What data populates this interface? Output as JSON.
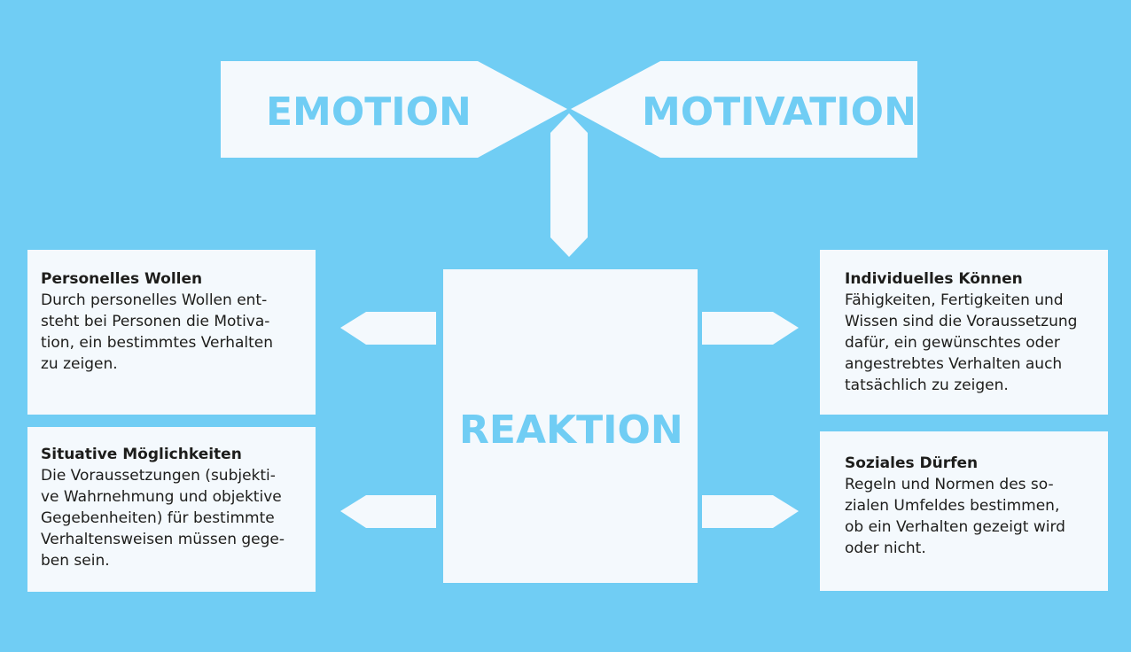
{
  "top": {
    "left_label": "EMOTION",
    "right_label": "MOTIVATION"
  },
  "center": {
    "label": "REAKTION"
  },
  "boxes": [
    {
      "title": "Personelles Wollen",
      "lines": [
        "Durch personelles Wollen ent-",
        "steht bei Personen die Motiva-",
        "tion, ein bestimmtes Verhalten",
        "zu zeigen."
      ]
    },
    {
      "title": "Situative Möglichkeiten",
      "lines": [
        "Die Voraussetzungen (subjekti-",
        "ve Wahrnehmung und objektive",
        "Gegebenheiten) für bestimmte",
        "Verhaltensweisen müssen gege-",
        "ben sein."
      ]
    },
    {
      "title": "Individuelles Können",
      "lines": [
        "Fähigkeiten, Fertigkeiten und",
        "Wissen sind die Voraussetzung",
        "dafür, ein gewünschtes oder",
        "angestrebtes Verhalten auch",
        "tatsächlich zu zeigen."
      ]
    },
    {
      "title": "Soziales Dürfen",
      "lines": [
        "Regeln und Normen des so-",
        "zialen Umfeldes bestimmen,",
        "ob ein Verhalten gezeigt wird",
        "oder nicht."
      ]
    }
  ],
  "colors": {
    "background": "#70cdf4",
    "shape_fill": "#f4f9fd",
    "accent_text": "#70cdf4",
    "body_text": "#1d1d1b"
  }
}
